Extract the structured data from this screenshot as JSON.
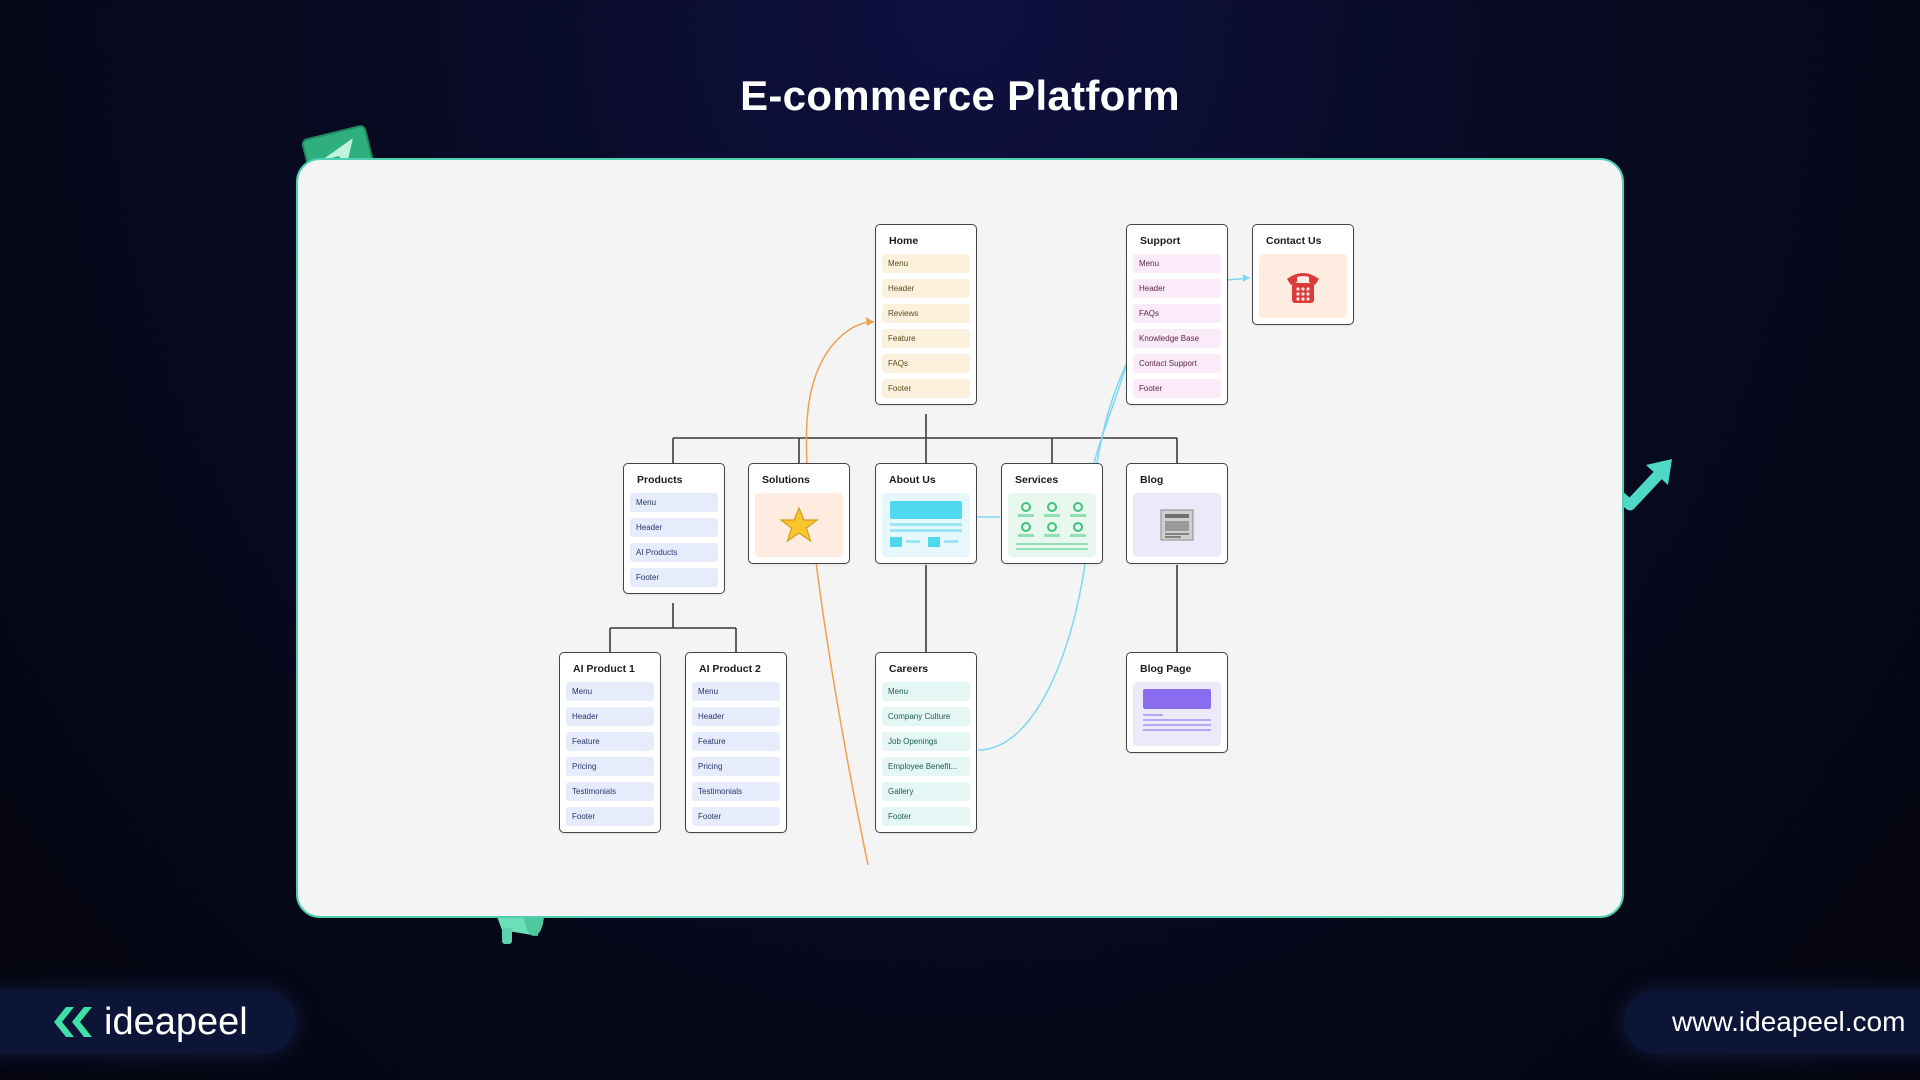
{
  "title": "E-commerce Platform",
  "colors": {
    "accent": "#4fd0b0",
    "orange_link": "#f0a050",
    "cyan_link": "#7fd8f0"
  },
  "nodes": {
    "home": {
      "title": "Home",
      "sections": [
        "Menu",
        "Header",
        "Reviews",
        "Feature",
        "FAQs",
        "Footer"
      ]
    },
    "support": {
      "title": "Support",
      "sections": [
        "Menu",
        "Header",
        "FAQs",
        "Knowledge Base",
        "Contact Support",
        "Footer"
      ]
    },
    "contact_us": {
      "title": "Contact Us",
      "icon": "telephone-icon"
    },
    "products": {
      "title": "Products",
      "sections": [
        "Menu",
        "Header",
        "AI Products",
        "Footer"
      ]
    },
    "solutions": {
      "title": "Solutions",
      "icon": "star-icon"
    },
    "about_us": {
      "title": "About Us",
      "icon": "webpage-wireframe-icon"
    },
    "services": {
      "title": "Services",
      "icon": "service-grid-icon"
    },
    "blog": {
      "title": "Blog",
      "icon": "newspaper-icon"
    },
    "ai_product_1": {
      "title": "AI Product 1",
      "sections": [
        "Menu",
        "Header",
        "Feature",
        "Pricing",
        "Testimonials",
        "Footer"
      ]
    },
    "ai_product_2": {
      "title": "AI Product 2",
      "sections": [
        "Menu",
        "Header",
        "Feature",
        "Pricing",
        "Testimonials",
        "Footer"
      ]
    },
    "careers": {
      "title": "Careers",
      "sections": [
        "Menu",
        "Company Culture",
        "Job Openings",
        "Employee Benefit...",
        "Gallery",
        "Footer"
      ]
    },
    "blog_page": {
      "title": "Blog Page",
      "icon": "article-layout-icon"
    }
  },
  "brand": {
    "name": "ideapeel",
    "logo_icon": "double-chevron-logo-icon"
  },
  "website": "www.ideapeel.com"
}
